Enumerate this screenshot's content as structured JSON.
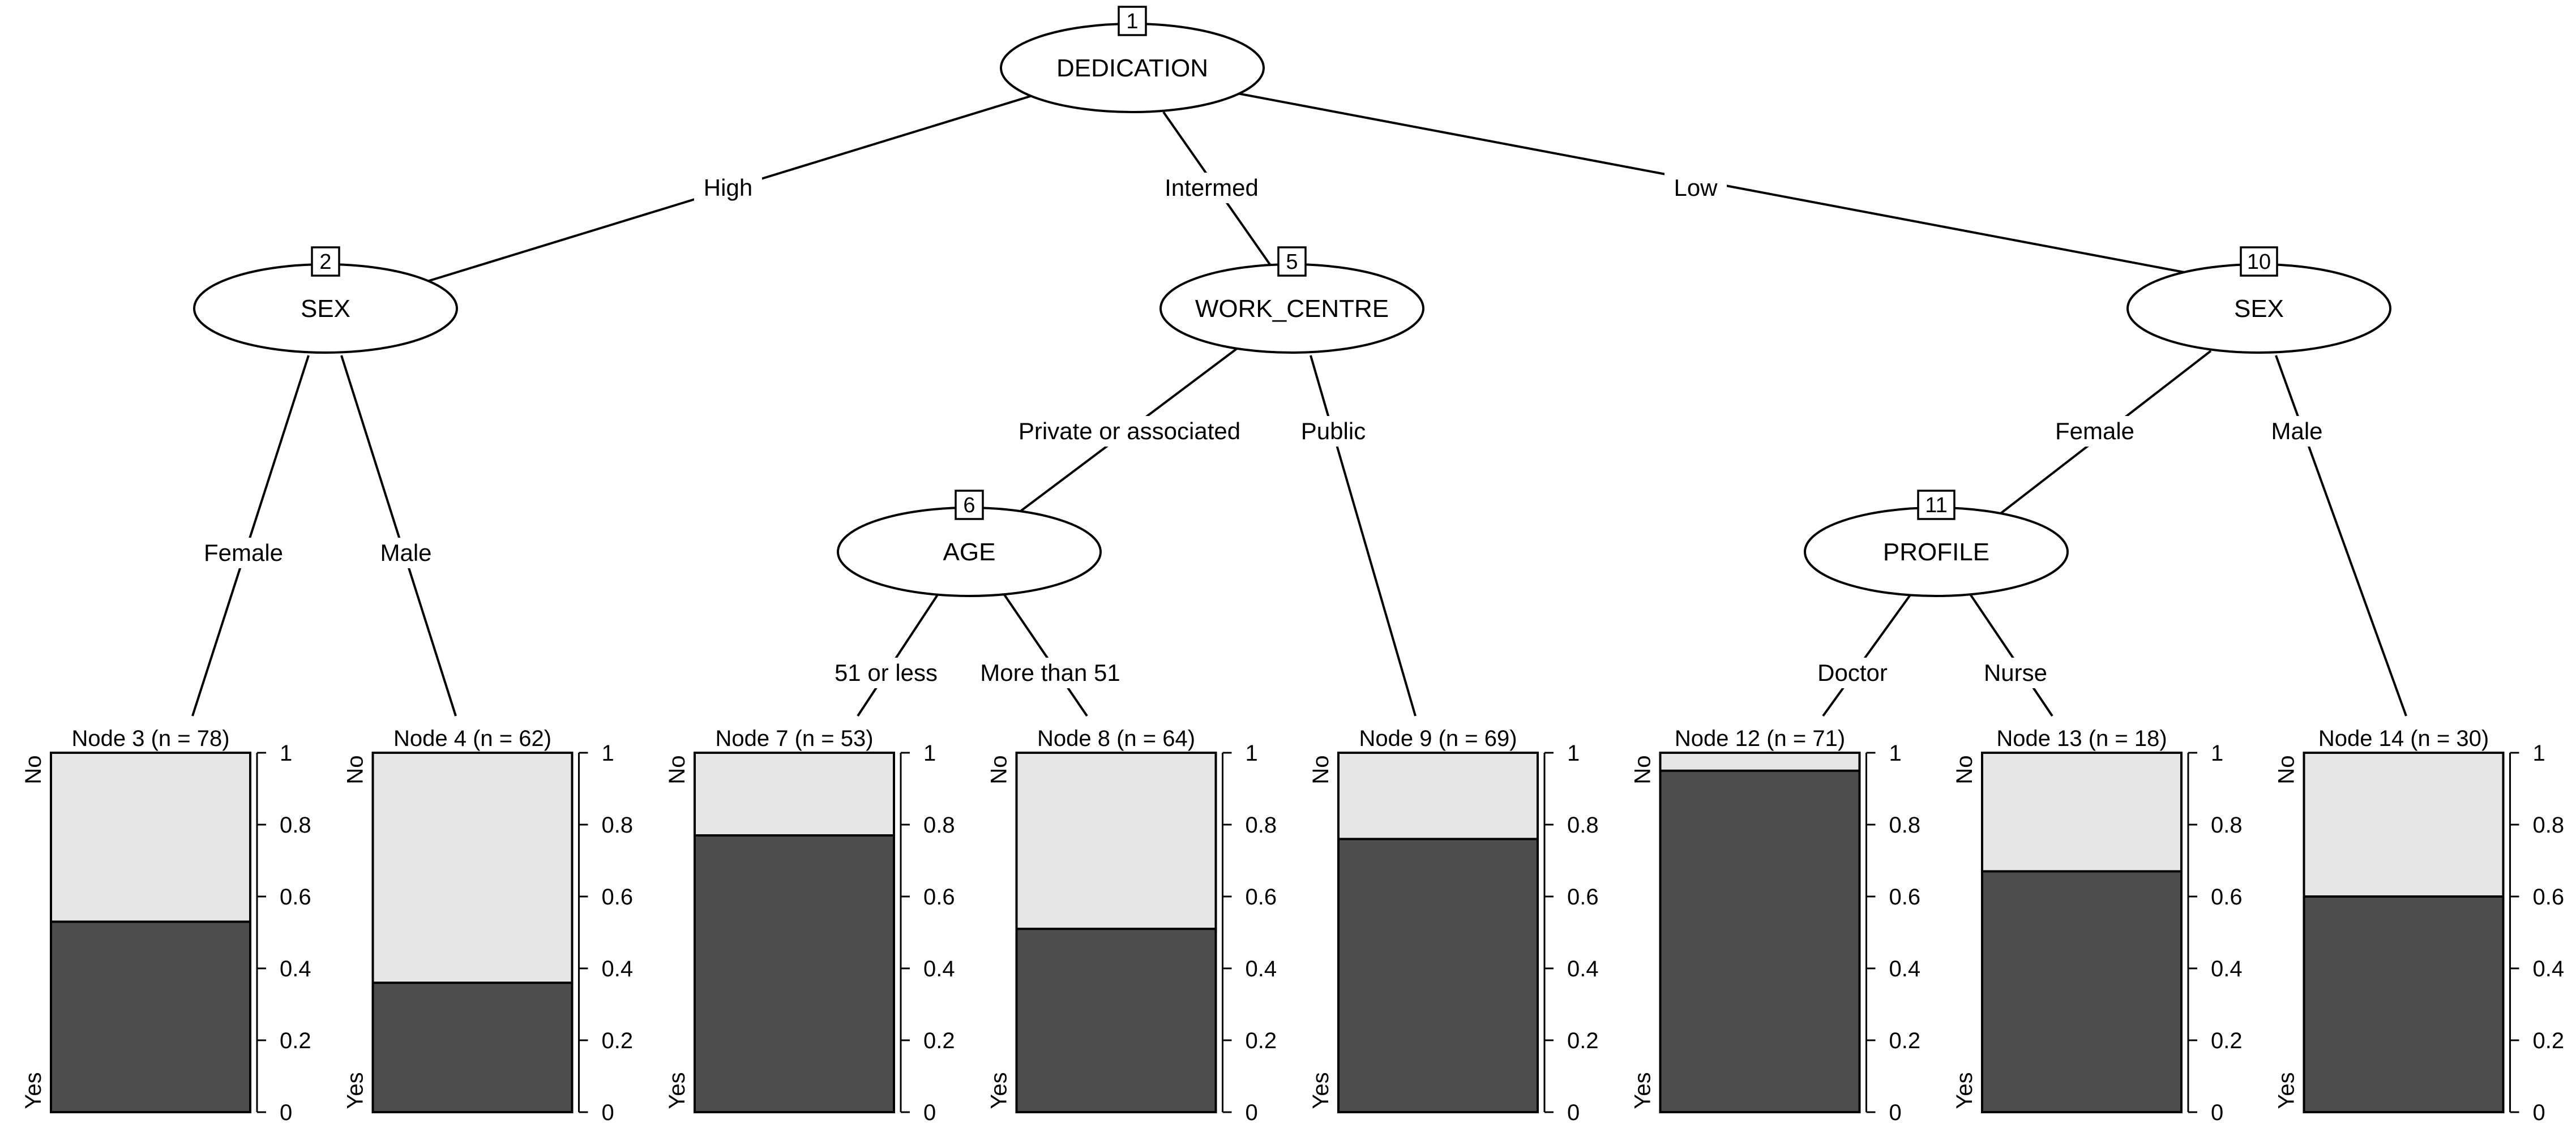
{
  "colors": {
    "yes": "#4d4d4d",
    "no": "#e6e6e6",
    "line": "#000000"
  },
  "axis_ticks": [
    "0",
    "0.2",
    "0.4",
    "0.6",
    "0.8",
    "1"
  ],
  "class_labels": {
    "top": "No",
    "bottom": "Yes"
  },
  "inner_nodes": [
    {
      "id": "1",
      "variable": "DEDICATION"
    },
    {
      "id": "2",
      "variable": "SEX"
    },
    {
      "id": "5",
      "variable": "WORK_CENTRE"
    },
    {
      "id": "6",
      "variable": "AGE"
    },
    {
      "id": "10",
      "variable": "SEX"
    },
    {
      "id": "11",
      "variable": "PROFILE"
    }
  ],
  "edge_labels": {
    "high": "High",
    "intermed": "Intermed",
    "low": "Low",
    "female_2": "Female",
    "male_2": "Male",
    "private": "Private or associated",
    "public": "Public",
    "age_low": "51 or less",
    "age_high": "More than 51",
    "female_10": "Female",
    "male_10": "Male",
    "doctor": "Doctor",
    "nurse": "Nurse"
  },
  "chart_data": {
    "type": "bar",
    "chart_kind": "decision tree terminal nodes (stacked proportion bars)",
    "ylim": [
      0,
      1
    ],
    "series": [
      {
        "name": "Yes",
        "values": [
          0.53,
          0.36,
          0.77,
          0.51,
          0.76,
          0.95,
          0.67,
          0.6
        ]
      },
      {
        "name": "No",
        "values": [
          0.47,
          0.64,
          0.23,
          0.49,
          0.24,
          0.05,
          0.33,
          0.4
        ]
      }
    ],
    "terminal_nodes": [
      {
        "title": "Node 3 (n = 78)",
        "yes": 0.53
      },
      {
        "title": "Node 4 (n = 62)",
        "yes": 0.36
      },
      {
        "title": "Node 7 (n = 53)",
        "yes": 0.77
      },
      {
        "title": "Node 8 (n = 64)",
        "yes": 0.51
      },
      {
        "title": "Node 9 (n = 69)",
        "yes": 0.76
      },
      {
        "title": "Node 12 (n = 71)",
        "yes": 0.95
      },
      {
        "title": "Node 13 (n = 18)",
        "yes": 0.67
      },
      {
        "title": "Node 14 (n = 30)",
        "yes": 0.6
      }
    ]
  }
}
